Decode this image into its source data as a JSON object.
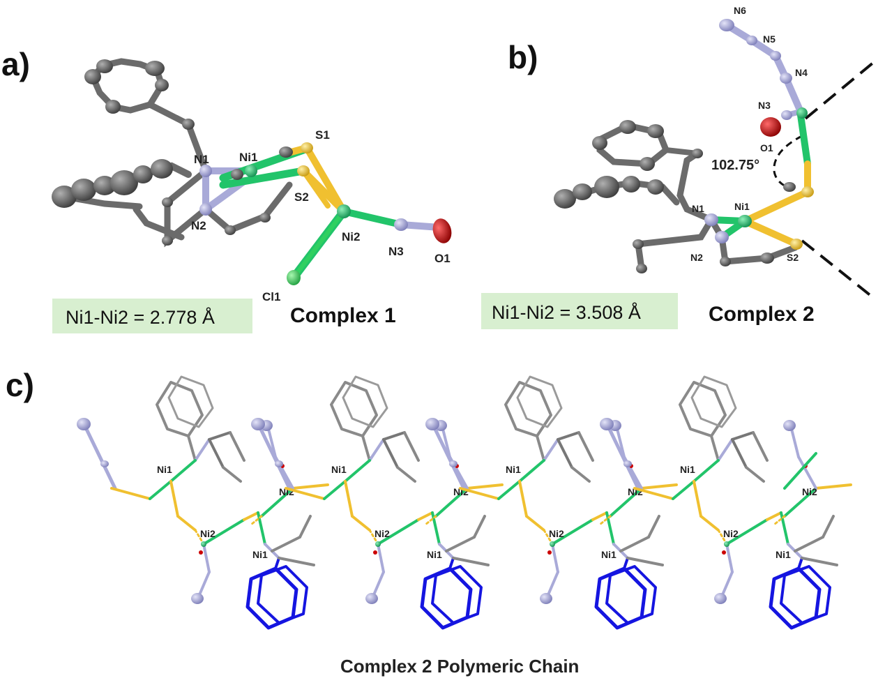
{
  "panels": {
    "a": {
      "letter": "a)",
      "caption": "Complex 1",
      "distance": "Ni1-Ni2 = 2.778 Å",
      "labels": {
        "n1": "N1",
        "ni1": "Ni1",
        "s1": "S1",
        "s2": "S2",
        "n2": "N2",
        "ni2": "Ni2",
        "n3": "N3",
        "o1": "O1",
        "cl1": "Cl1"
      }
    },
    "b": {
      "letter": "b)",
      "caption": "Complex 2",
      "distance": "Ni1-Ni2 = 3.508 Å",
      "angle": "102.75°",
      "labels": {
        "n6": "N6",
        "n5": "N5",
        "n4": "N4",
        "n3": "N3",
        "o1": "O1",
        "n1": "N1",
        "ni1": "Ni1",
        "n2": "N2",
        "s2": "S2"
      }
    },
    "c": {
      "letter": "c)",
      "caption": "Complex 2 Polymeric Chain",
      "labels": {
        "ni1": "Ni1",
        "ni2": "Ni2"
      }
    }
  },
  "colors": {
    "carbon": "#6b6b6b",
    "nitrogen": "#a9aad8",
    "nickel": "#22c46a",
    "sulfur": "#f0c030",
    "oxygen": "#cc0000",
    "chlorine": "#30d060",
    "blue_ring": "#1515e0",
    "label_bg": "#d8efd0"
  }
}
